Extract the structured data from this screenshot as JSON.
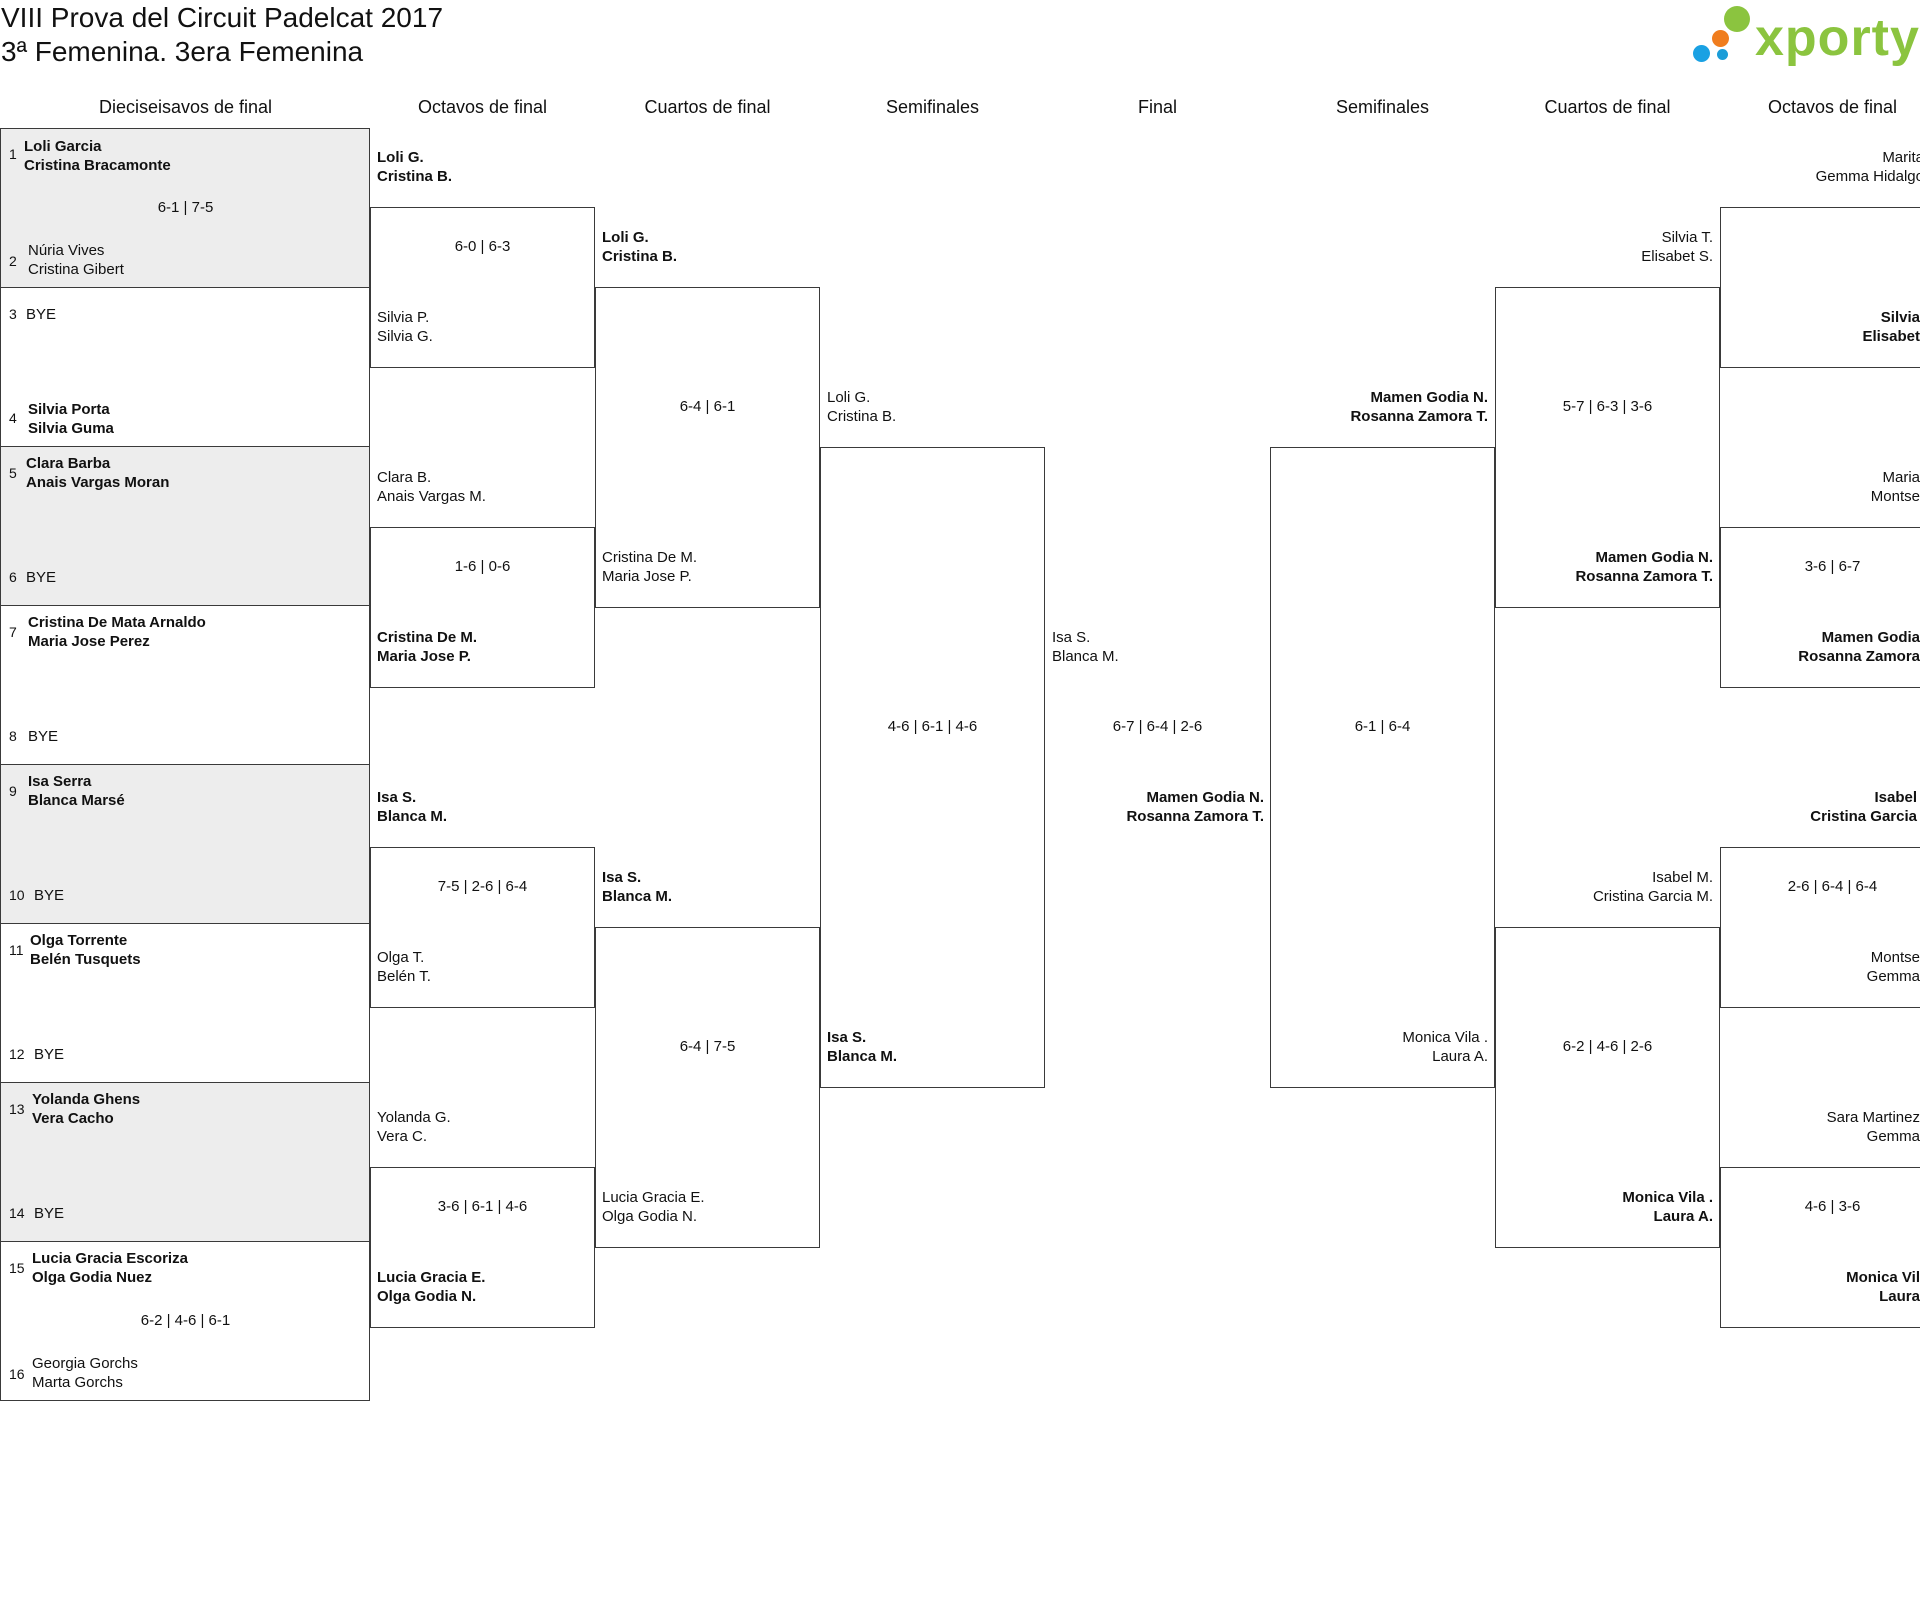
{
  "header": {
    "title": "VIII Prova del Circuit Padelcat 2017",
    "subtitle": "3ª Femenina. 3era Femenina",
    "logo_text": "xporty",
    "logo_color": "#8bc43f"
  },
  "rounds": {
    "r32": "Dieciseisavos de final",
    "r16": "Octavos de final",
    "qf": "Cuartos de final",
    "sf": "Semifinales",
    "final": "Final",
    "sf_right": "Semifinales",
    "qf_right": "Cuartos de final",
    "r16_right": "Octavos de final"
  },
  "r32": [
    {
      "seed": "1",
      "p1": "Loli Garcia",
      "p2": "Cristina Bracamonte"
    },
    {
      "seed": "2",
      "p1": "Núria Vives",
      "p2": "Cristina Gibert"
    },
    {
      "seed": "3",
      "p1": "BYE",
      "p2": ""
    },
    {
      "seed": "4",
      "p1": "Silvia Porta",
      "p2": "Silvia Guma"
    },
    {
      "seed": "5",
      "p1": "Clara Barba",
      "p2": "Anais Vargas Moran"
    },
    {
      "seed": "6",
      "p1": "BYE",
      "p2": ""
    },
    {
      "seed": "7",
      "p1": "Cristina De Mata Arnaldo",
      "p2": "Maria Jose Perez"
    },
    {
      "seed": "8",
      "p1": "BYE",
      "p2": ""
    },
    {
      "seed": "9",
      "p1": "Isa Serra",
      "p2": "Blanca Marsé"
    },
    {
      "seed": "10",
      "p1": "BYE",
      "p2": ""
    },
    {
      "seed": "11",
      "p1": "Olga Torrente",
      "p2": "Belén Tusquets"
    },
    {
      "seed": "12",
      "p1": "BYE",
      "p2": ""
    },
    {
      "seed": "13",
      "p1": "Yolanda Ghens",
      "p2": "Vera Cacho"
    },
    {
      "seed": "14",
      "p1": "BYE",
      "p2": ""
    },
    {
      "seed": "15",
      "p1": "Lucia Gracia Escoriza",
      "p2": "Olga Godia Nuez"
    },
    {
      "seed": "16",
      "p1": "Georgia Gorchs",
      "p2": "Marta Gorchs"
    }
  ],
  "r32_scores": [
    "6-1 | 7-5",
    "6-2 | 4-6 | 6-1"
  ],
  "r16_left": [
    {
      "p1": "Loli G.",
      "p2": "Cristina B."
    },
    {
      "p1": "Silvia P.",
      "p2": "Silvia G."
    },
    {
      "p1": "Clara B.",
      "p2": "Anais Vargas M."
    },
    {
      "p1": "Cristina De M.",
      "p2": "Maria Jose P."
    },
    {
      "p1": "Isa S.",
      "p2": "Blanca M."
    },
    {
      "p1": "Olga T.",
      "p2": "Belén T."
    },
    {
      "p1": "Yolanda G.",
      "p2": "Vera C."
    },
    {
      "p1": "Lucia Gracia E.",
      "p2": "Olga Godia N."
    }
  ],
  "r16_left_scores": [
    "6-0 | 6-3",
    "1-6 | 0-6",
    "7-5 | 2-6 | 6-4",
    "3-6 | 6-1 | 4-6"
  ],
  "qf_left": [
    {
      "p1": "Loli G.",
      "p2": "Cristina B."
    },
    {
      "p1": "Cristina De M.",
      "p2": "Maria Jose P."
    },
    {
      "p1": "Isa S.",
      "p2": "Blanca M."
    },
    {
      "p1": "Lucia Gracia E.",
      "p2": "Olga Godia N."
    }
  ],
  "qf_left_scores": [
    "6-4 | 6-1",
    "6-4 | 7-5"
  ],
  "sf_left": [
    {
      "p1": "Loli G.",
      "p2": "Cristina B."
    },
    {
      "p1": "Isa S.",
      "p2": "Blanca M."
    }
  ],
  "sf_left_score": "4-6 | 6-1 | 4-6",
  "final": {
    "top": {
      "p1": "Isa S.",
      "p2": "Blanca M."
    },
    "bottom": {
      "p1": "Mamen Godia N.",
      "p2": "Rosanna Zamora T."
    },
    "score": "6-7 | 6-4 | 2-6"
  },
  "sf_right": [
    {
      "p1": "Mamen Godia N.",
      "p2": "Rosanna Zamora T."
    },
    {
      "p1": "Monica Vila .",
      "p2": "Laura A."
    }
  ],
  "sf_right_score": "6-1 | 6-4",
  "qf_right": [
    {
      "p1": "Silvia T.",
      "p2": "Elisabet S."
    },
    {
      "p1": "Mamen Godia N.",
      "p2": "Rosanna Zamora T."
    },
    {
      "p1": "Isabel M.",
      "p2": "Cristina Garcia M."
    },
    {
      "p1": "Monica Vila .",
      "p2": "Laura A."
    }
  ],
  "qf_right_scores": [
    "5-7 | 6-3 | 3-6",
    "6-2 | 4-6 | 2-6"
  ],
  "r16_right": [
    {
      "p1": "Marita",
      "p2": "Gemma Hidalgo"
    },
    {
      "p1": "Silvia",
      "p2": "Elisabet"
    },
    {
      "p1": "Maria",
      "p2": "Montse"
    },
    {
      "p1": "Mamen Godia",
      "p2": "Rosanna Zamora"
    },
    {
      "p1": "Isabel",
      "p2": "Cristina Garcia"
    },
    {
      "p1": "Montse",
      "p2": "Gemma"
    },
    {
      "p1": "Sara Martinez",
      "p2": "Gemma"
    },
    {
      "p1": "Monica Vil",
      "p2": "Laura"
    }
  ],
  "r16_right_scores": [
    "3-6 | 6-7",
    "2-6 | 6-4 | 6-4",
    "4-6 | 3-6"
  ]
}
